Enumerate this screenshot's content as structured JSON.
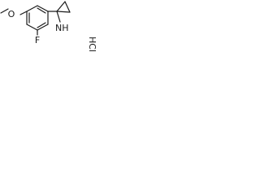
{
  "molecule": {
    "labels": {
      "oxygen": "O",
      "fluorine": "F",
      "amine": "NH",
      "hydrochloride": "HCl"
    }
  }
}
